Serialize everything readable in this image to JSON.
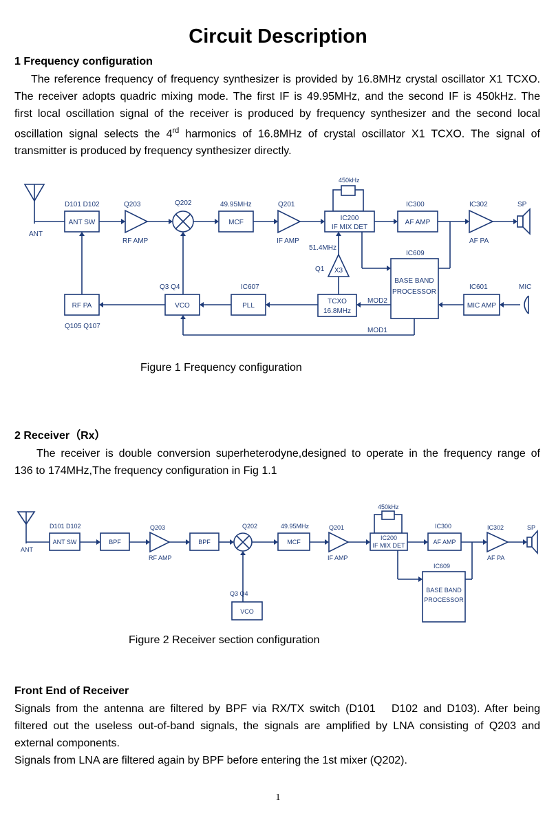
{
  "title": "Circuit Description",
  "section1": {
    "heading": "1 Frequency configuration",
    "lines": [
      "The reference frequency of frequency synthesizer is provided by 16.8MHz crystal oscillator X1 TCXO.",
      "The receiver adopts quadric mixing mode. The first IF is 49.95MHz, and the second IF is 450kHz. The",
      "first local oscillation signal of the receiver is produced by frequency synthesizer and the second local"
    ],
    "line4_pre": "oscillation signal selects the 4",
    "line4_sup": "rd",
    "line4_post": " harmonics of 16.8MHz of crystal oscillator X1 TCXO. The signal of",
    "line5": "transmitter is produced by frequency synthesizer directly."
  },
  "figure1": {
    "caption": "Figure 1 Frequency configuration",
    "labels": {
      "ant": "ANT",
      "d101": "D101 D102",
      "ant_sw": "ANT SW",
      "q203": "Q203",
      "rf_amp": "RF AMP",
      "q202": "Q202",
      "f4995": "49.95MHz",
      "mcf": "MCF",
      "q201": "Q201",
      "if_amp": "IF AMP",
      "f450": "450kHz",
      "ic200": "IC200",
      "if_mix": "IF MIX DET",
      "ic300": "IC300",
      "af_amp": "AF AMP",
      "ic302": "IC302",
      "af_pa": "AF PA",
      "sp": "SP",
      "f514": "51.4MHz",
      "q1": "Q1",
      "x3": "X3",
      "ic609": "IC609",
      "bb1": "BASE BAND",
      "bb2": "PROCESSOR",
      "q3q4": "Q3 Q4",
      "ic607": "IC607",
      "ic601": "IC601",
      "mic": "MIC",
      "rf_pa": "RF PA",
      "vco": "VCO",
      "pll": "PLL",
      "tcxo": "TCXO",
      "f168": "16.8MHz",
      "mod2": "MOD2",
      "mic_amp": "MIC AMP",
      "q105": "Q105 Q107",
      "mod1": "MOD1"
    }
  },
  "section2": {
    "heading": "2 Receiver（Rx）",
    "line1": "The receiver is double conversion superheterodyne,designed to operate in the frequency range of",
    "line2": "136 to 174MHz,The frequency configuration in Fig 1.1"
  },
  "figure2": {
    "caption": "Figure 2 Receiver section configuration",
    "labels": {
      "ant": "ANT",
      "d101": "D101 D102",
      "ant_sw": "ANT SW",
      "bpf": "BPF",
      "q203": "Q203",
      "rf_amp": "RF AMP",
      "q202": "Q202",
      "f4995": "49.95MHz",
      "mcf": "MCF",
      "q201": "Q201",
      "if_amp": "IF AMP",
      "f450": "450kHz",
      "ic200": "IC200",
      "if_mix": "IF MIX DET",
      "ic300": "IC300",
      "af_amp": "AF AMP",
      "ic302": "IC302",
      "af_pa": "AF PA",
      "sp": "SP",
      "ic609": "IC609",
      "bb1": "BASE BAND",
      "bb2": "PROCESSOR",
      "q3q4": "Q3 Q4",
      "vco": "VCO"
    }
  },
  "section3": {
    "heading": "Front End of Receiver",
    "line1": "Signals from the antenna are filtered by BPF via RX/TX switch (D101   D102 and D103). After being",
    "line2": "filtered out the useless out-of-band signals, the signals are amplified by LNA consisting of Q203 and",
    "line3": "external components.",
    "line4": "Signals from LNA are filtered again by BPF before entering the 1st mixer (Q202)."
  },
  "page_number": "1"
}
